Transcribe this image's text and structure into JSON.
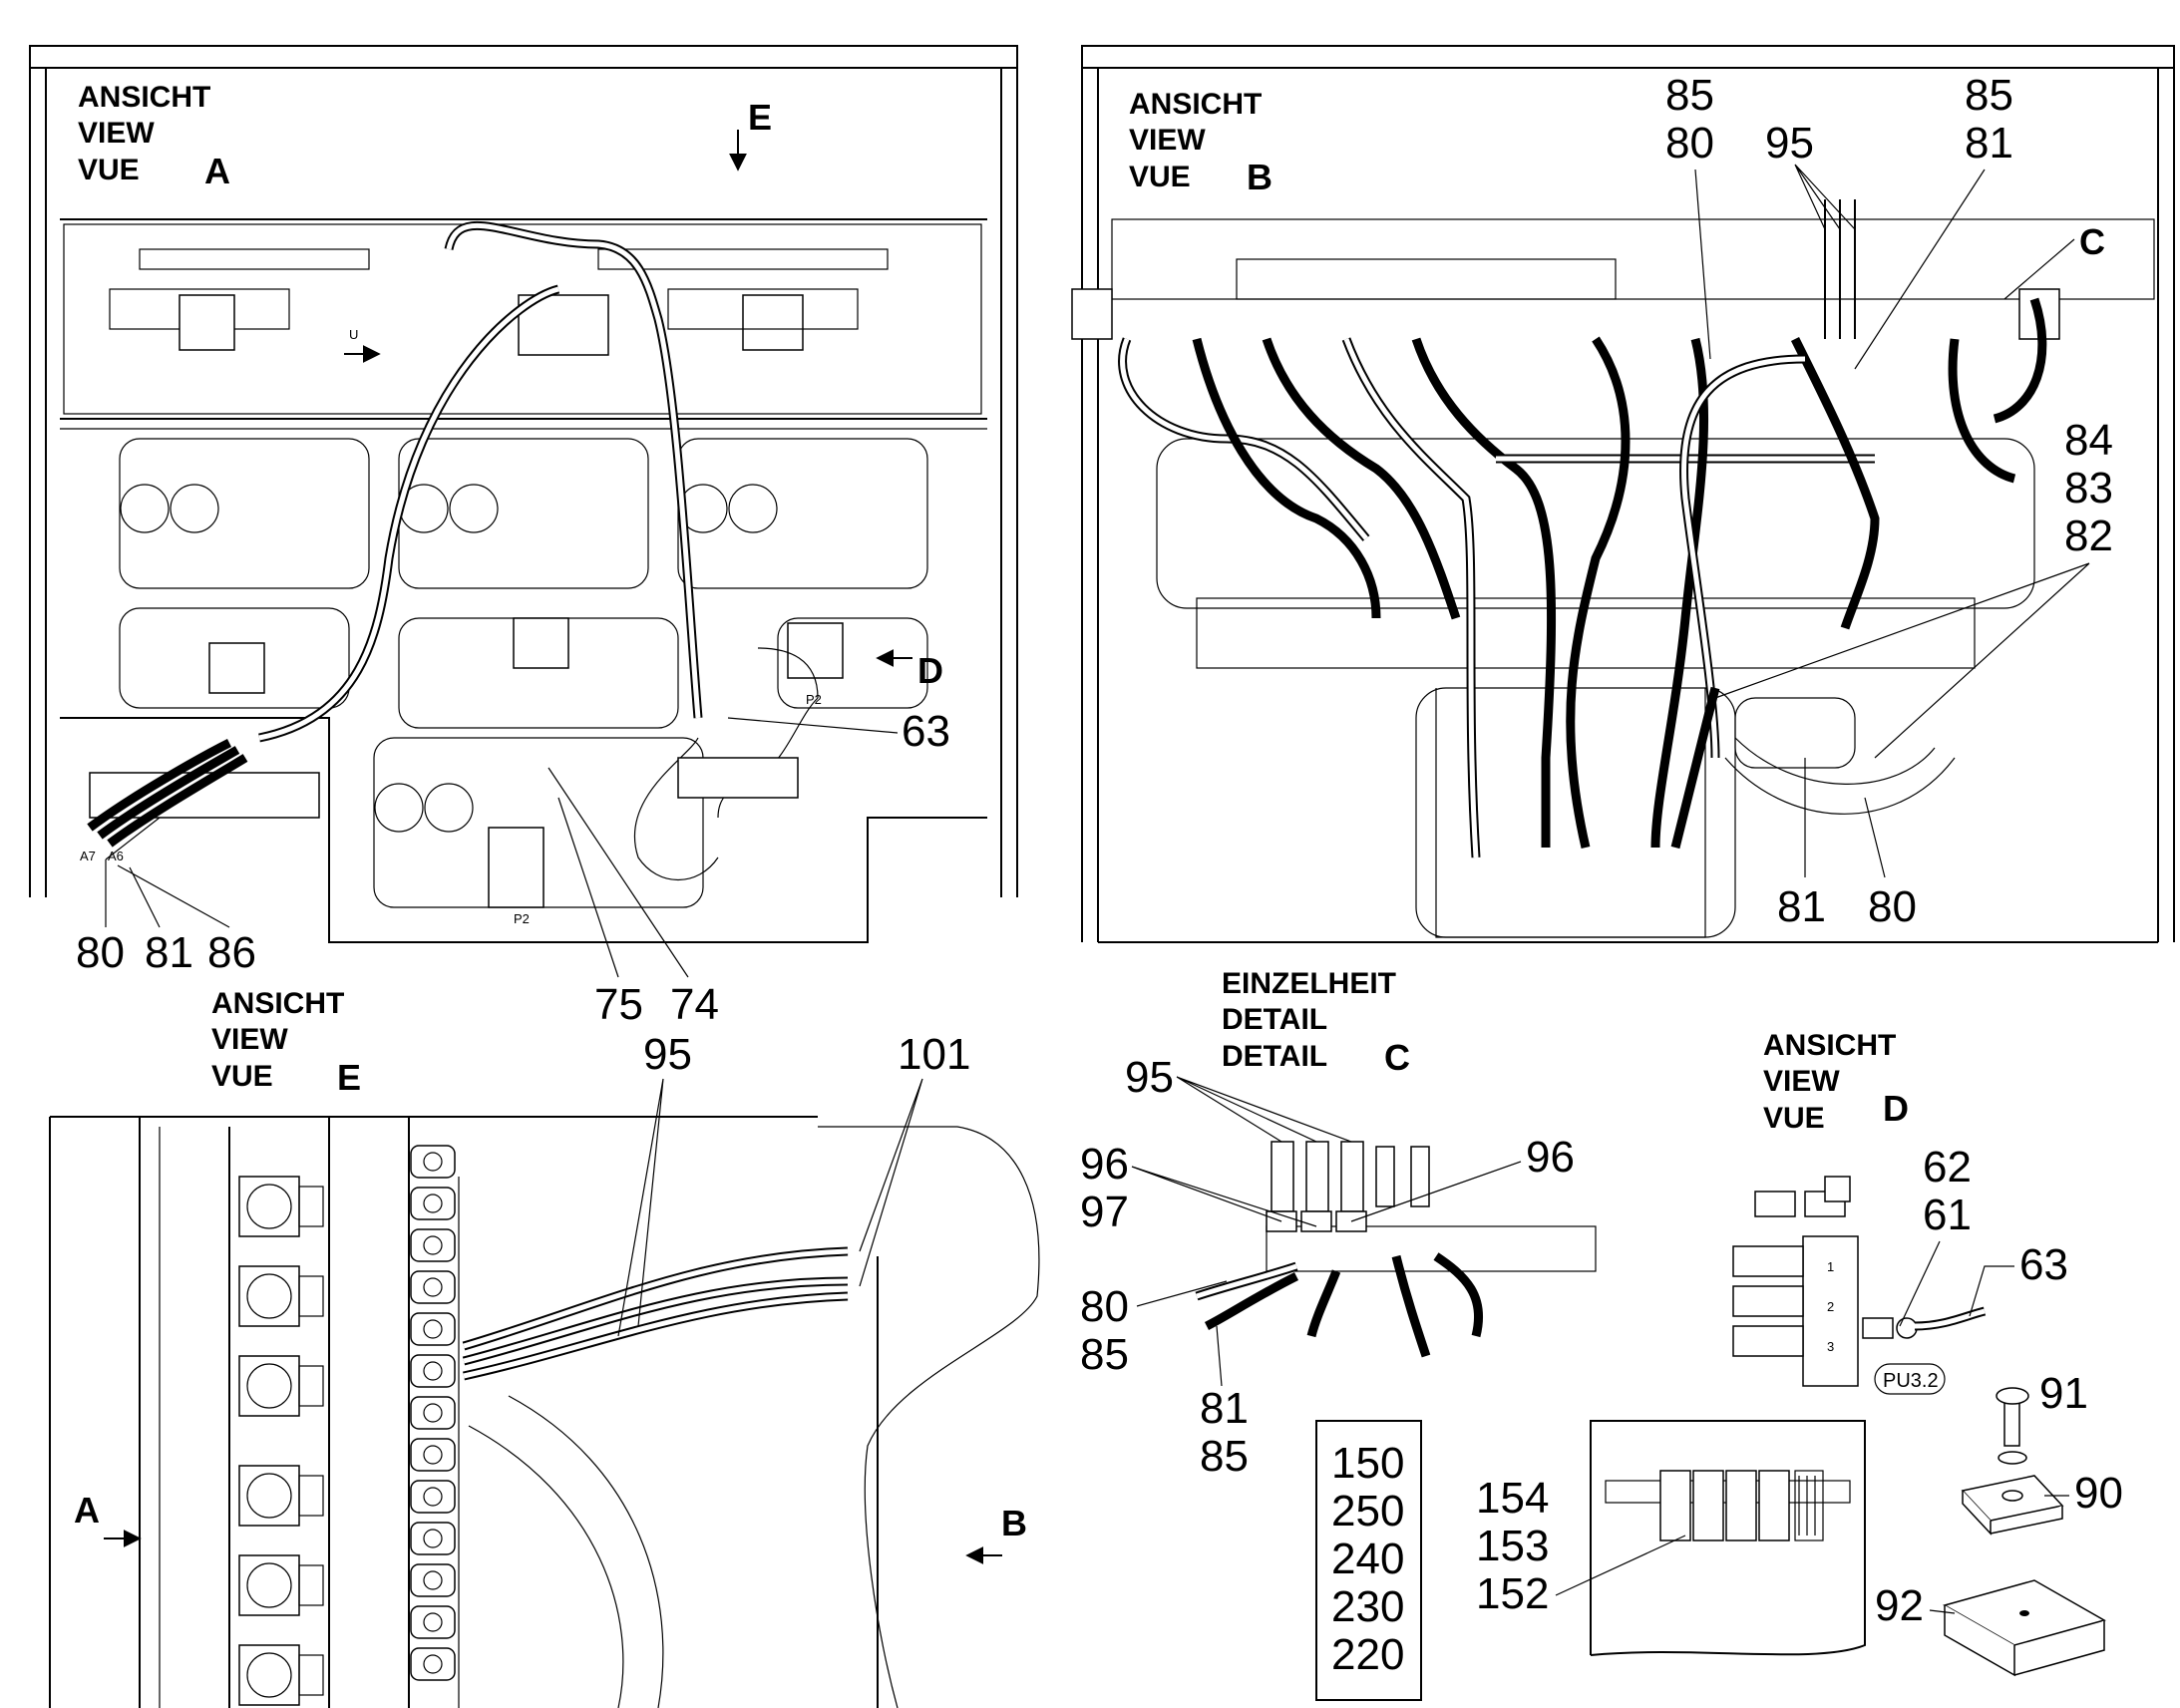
{
  "views": {
    "A": {
      "lines": [
        "ANSICHT",
        "VIEW",
        "VUE"
      ],
      "letter": "A",
      "direction_marker": "E",
      "side_marker": "D",
      "callouts": [
        "80",
        "81",
        "86",
        "75",
        "74",
        "63"
      ],
      "small_tags": [
        "A7",
        "A6",
        "P2",
        "P2",
        "U"
      ]
    },
    "B": {
      "lines": [
        "ANSICHT",
        "VIEW",
        "VUE"
      ],
      "letter": "B",
      "detail_marker": "C",
      "callouts": [
        "85",
        "80",
        "95",
        "85",
        "81",
        "84",
        "83",
        "82",
        "81",
        "80"
      ]
    },
    "E": {
      "lines": [
        "ANSICHT",
        "VIEW",
        "VUE"
      ],
      "letter": "E",
      "side_markers": [
        "A",
        "B"
      ],
      "callouts": [
        "95",
        "101"
      ]
    },
    "C": {
      "lines": [
        "EINZELHEIT",
        "DETAIL",
        "DETAIL"
      ],
      "letter": "C",
      "callouts": [
        "95",
        "96",
        "97",
        "96",
        "80",
        "85",
        "81",
        "85"
      ]
    },
    "D": {
      "lines": [
        "ANSICHT",
        "VIEW",
        "VUE"
      ],
      "letter": "D",
      "callouts": [
        "62",
        "61",
        "63"
      ],
      "block_ports": [
        "1",
        "2",
        "3"
      ],
      "badge": "PU3.2"
    }
  },
  "parts_box": [
    "150",
    "250",
    "240",
    "230",
    "220"
  ],
  "terminal_callouts": [
    "154",
    "153",
    "152"
  ],
  "mount_callouts": [
    "91",
    "90",
    "92"
  ]
}
